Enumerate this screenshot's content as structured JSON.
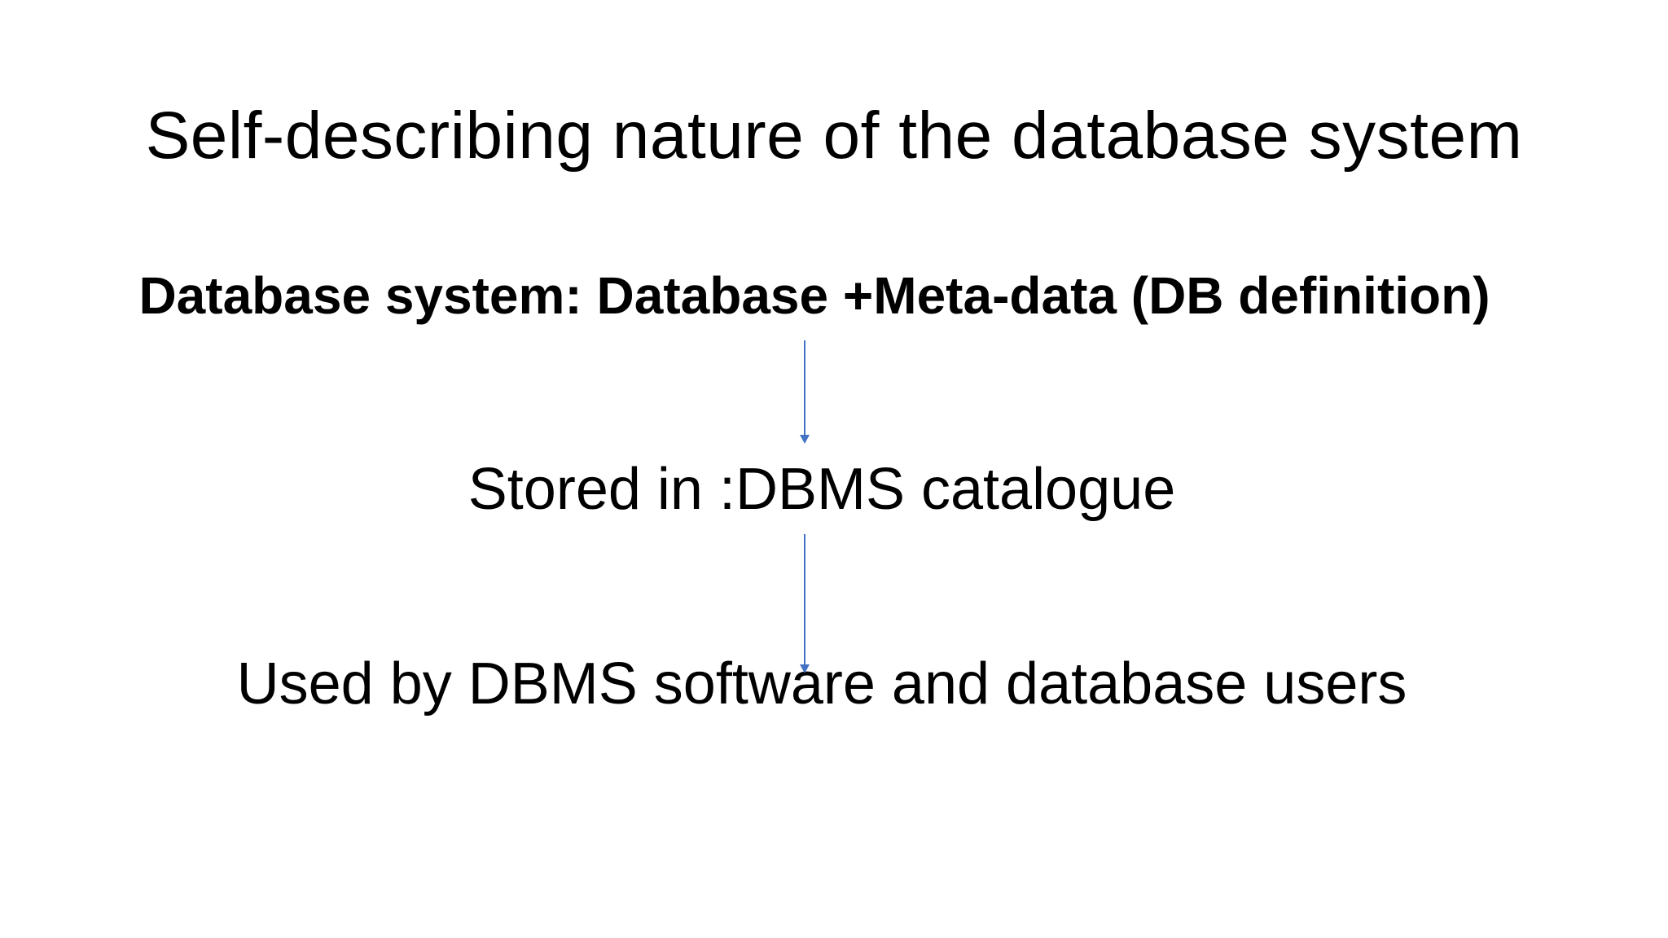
{
  "slide": {
    "title": "Self-describing nature of the database system",
    "definition": "Database system: Database +Meta-data (DB definition)",
    "stored_in": "Stored in :DBMS catalogue",
    "used_by": "Used by DBMS software and database users"
  },
  "colors": {
    "arrow": "#4472C4",
    "text": "#000000",
    "background": "#FFFFFF"
  }
}
